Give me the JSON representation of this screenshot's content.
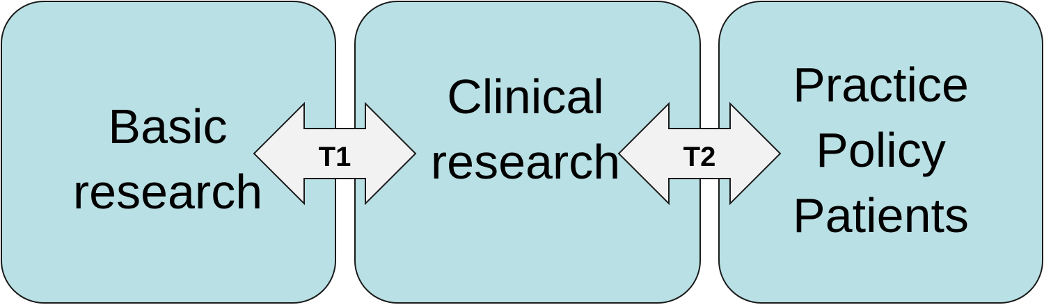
{
  "colors": {
    "box_fill": "#b9e0e4",
    "box_border": "#1a1a1a",
    "arrow_fill": "#f2f2f2",
    "arrow_border": "#1a1a1a",
    "text": "#000000"
  },
  "boxes": [
    {
      "id": "basic",
      "lines": [
        "Basic",
        "research"
      ]
    },
    {
      "id": "clinical",
      "lines": [
        "Clinical",
        "research"
      ]
    },
    {
      "id": "practice",
      "lines": [
        "Practice",
        "Policy",
        "Patients"
      ]
    }
  ],
  "arrows": [
    {
      "id": "t1",
      "label": "T1",
      "shape": "double-arrow"
    },
    {
      "id": "t2",
      "label": "T2",
      "shape": "double-arrow"
    }
  ]
}
